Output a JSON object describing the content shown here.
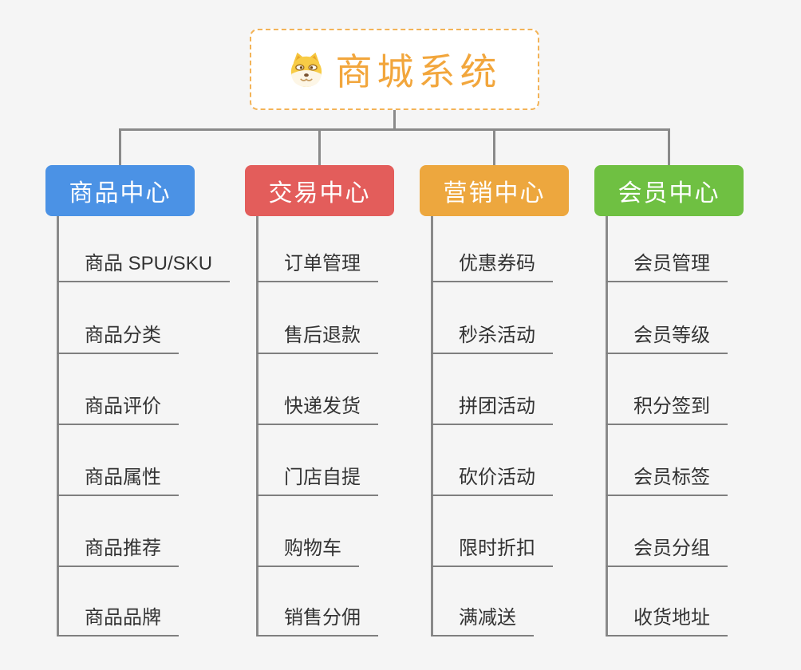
{
  "canvas": {
    "background": "#f5f5f5",
    "connector_color": "#8a8a8a"
  },
  "root": {
    "title": "商城系统",
    "icon": "doge-icon",
    "title_color": "#f2a63c",
    "border_color": "#f3b357"
  },
  "branches": [
    {
      "label": "商品中心",
      "color": "#4b92e5",
      "items": [
        "商品 SPU/SKU",
        "商品分类",
        "商品评价",
        "商品属性",
        "商品推荐",
        "商品品牌"
      ]
    },
    {
      "label": "交易中心",
      "color": "#e35d5b",
      "items": [
        "订单管理",
        "售后退款",
        "快递发货",
        "门店自提",
        "购物车",
        "销售分佣"
      ]
    },
    {
      "label": "营销中心",
      "color": "#eda73e",
      "items": [
        "优惠券码",
        "秒杀活动",
        "拼团活动",
        "砍价活动",
        "限时折扣",
        "满减送"
      ]
    },
    {
      "label": "会员中心",
      "color": "#6fc042",
      "items": [
        "会员管理",
        "会员等级",
        "积分签到",
        "会员标签",
        "会员分组",
        "收货地址"
      ]
    }
  ]
}
